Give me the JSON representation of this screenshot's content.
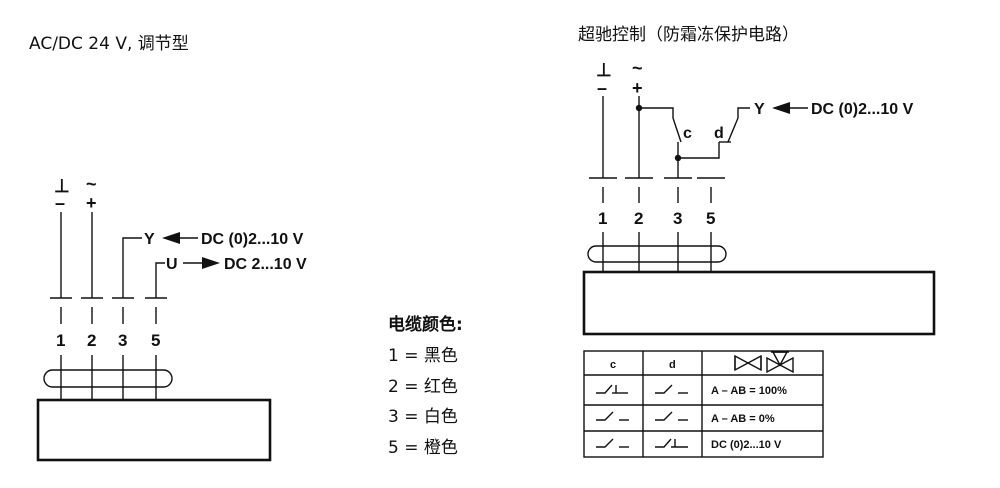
{
  "left": {
    "title": "AC/DC 24 V, 调节型",
    "sym_ground": "⊥",
    "sym_tilde": "~",
    "sym_minus": "–",
    "sym_plus": "+",
    "terminals": [
      "1",
      "2",
      "3",
      "5"
    ],
    "signal_y": "Y",
    "signal_y_value": "DC (0)2...10 V",
    "signal_u": "U",
    "signal_u_value": "DC 2...10 V"
  },
  "legend": {
    "heading": "电缆颜色:",
    "items": [
      "1 = 黑色",
      "2 = 红色",
      "3 = 白色",
      "5 = 橙色"
    ]
  },
  "right": {
    "title": "超驰控制（防霜冻保护电路）",
    "sym_ground": "⊥",
    "sym_tilde": "~",
    "sym_minus": "–",
    "sym_plus": "+",
    "terminals": [
      "1",
      "2",
      "3",
      "5"
    ],
    "switch_c": "c",
    "switch_d": "d",
    "signal_y": "Y",
    "signal_y_value": "DC (0)2...10 V"
  },
  "table": {
    "headers": [
      "c",
      "d"
    ],
    "rows": [
      {
        "result": "A – AB = 100%"
      },
      {
        "result": "A – AB = 0%"
      },
      {
        "result": "DC (0)2...10 V"
      }
    ]
  }
}
